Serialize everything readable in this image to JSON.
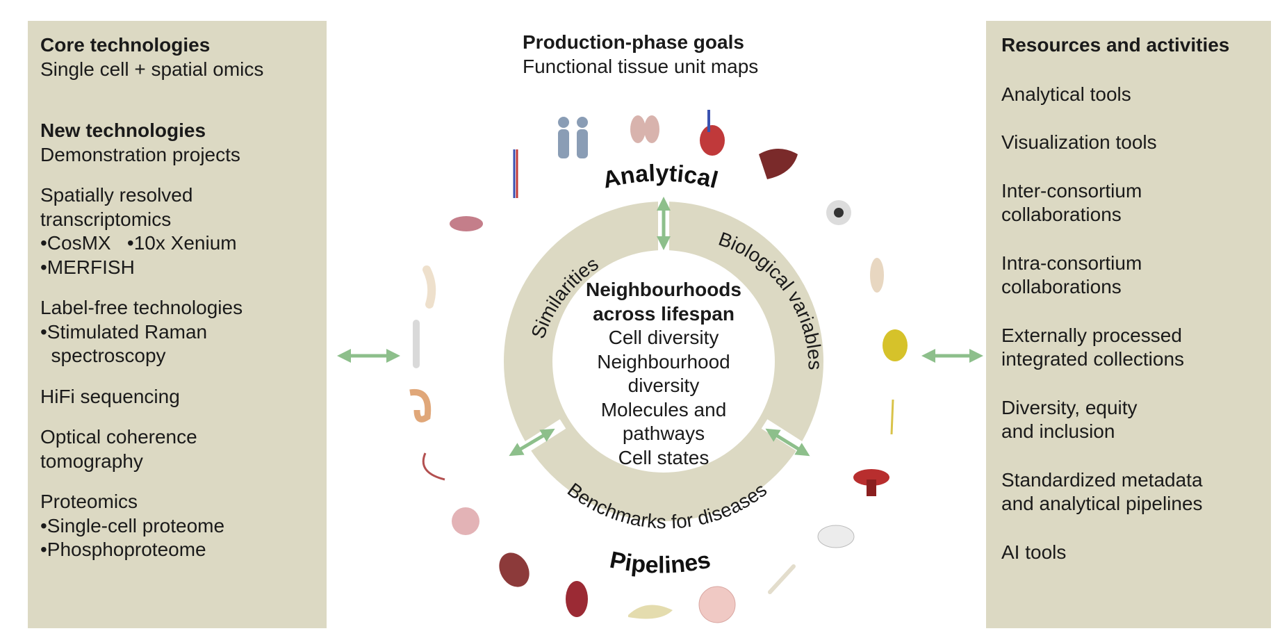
{
  "left": {
    "core_title": "Core technologies",
    "core_sub": "Single cell + spatial omics",
    "new_title": "New technologies",
    "new_sub": "Demonstration projects",
    "spatial_1": "Spatially resolved",
    "spatial_2": "transcriptomics",
    "spatial_3": "•CosMX   •10x Xenium",
    "spatial_4": "•MERFISH",
    "label_1": "Label-free technologies",
    "label_2": "•Stimulated Raman",
    "label_3": "  spectroscopy",
    "hifi": "HiFi sequencing",
    "oct_1": "Optical coherence",
    "oct_2": "tomography",
    "prot_1": "Proteomics",
    "prot_2": "•Single-cell proteome",
    "prot_3": "•Phosphoproteome"
  },
  "goals": {
    "title": "Production-phase goals",
    "subtitle": "Functional tissue unit maps"
  },
  "ring": {
    "top": "Analytical",
    "bottom": "Pipelines",
    "left": "Similarities",
    "right": "Biological variables",
    "bottom_inner": "Benchmarks for diseases"
  },
  "center": {
    "title_1": "Neighbourhoods",
    "title_2": "across lifespan",
    "items": [
      "Cell diversity",
      "Neighbourhood",
      "diversity",
      "Molecules and",
      "pathways",
      "Cell states"
    ]
  },
  "right": {
    "title": "Resources and activities",
    "items": [
      [
        "Analytical tools"
      ],
      [
        "Visualization tools"
      ],
      [
        "Inter-consortium",
        "collaborations"
      ],
      [
        "Intra-consortium",
        "collaborations"
      ],
      [
        "Externally processed",
        "integrated collections"
      ],
      [
        "Diversity, equity",
        "and inclusion"
      ],
      [
        "Standardized metadata",
        "and analytical pipelines"
      ],
      [
        "AI tools"
      ]
    ]
  },
  "colors": {
    "panel": "#dcd9c3",
    "ring": "#dcd9c3",
    "arrow": "#8dbf8b"
  },
  "organ_icons": [
    "bodies-icon",
    "lungs-icon",
    "heart-icon",
    "liver-icon",
    "eye-icon",
    "thymus-icon",
    "pancreas-gland-icon",
    "nerve-icon",
    "uterus-icon",
    "pelvis-icon",
    "bone-icon",
    "brain-slice-icon",
    "pancreas-icon",
    "kidney-icon",
    "spleen-icon",
    "small-intestine-icon",
    "ureter-icon",
    "large-intestine-icon",
    "knee-icon",
    "humerus-icon",
    "placenta-icon",
    "vasculature-icon"
  ]
}
